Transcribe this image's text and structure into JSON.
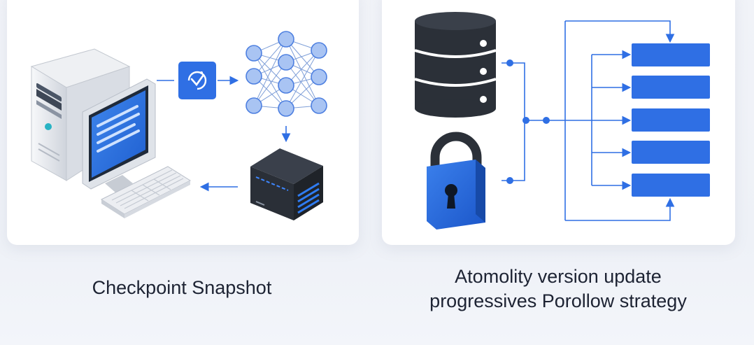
{
  "panels": [
    {
      "caption": "Checkpoint Snapshot",
      "icons": [
        "desktop-computer-icon",
        "snapshot-badge-icon",
        "neural-network-icon",
        "storage-server-icon",
        "keyboard-icon"
      ]
    },
    {
      "caption_line1": "Atomolity version update",
      "caption_line2": "progressives Porollow strategy",
      "icons": [
        "database-icon",
        "padlock-icon",
        "update-block-icon"
      ]
    }
  ],
  "colors": {
    "accent": "#2f6fe4",
    "dark": "#2b3038",
    "background": "#f1f3f8"
  }
}
